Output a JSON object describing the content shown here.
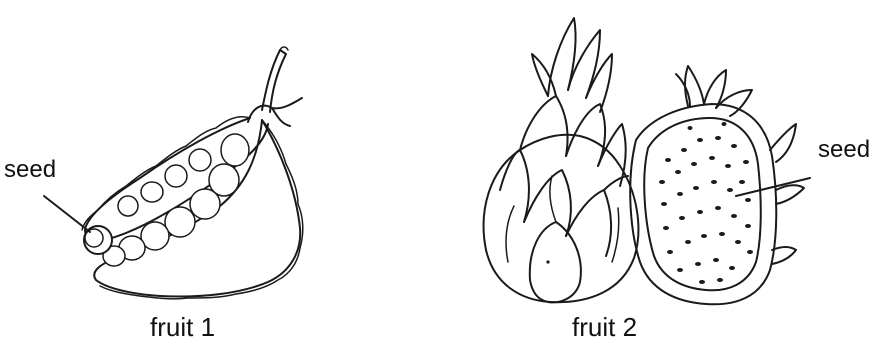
{
  "labels": {
    "fruit1_seed": "seed",
    "fruit2_seed": "seed",
    "fruit1_caption": "fruit 1",
    "fruit2_caption": "fruit 2"
  }
}
